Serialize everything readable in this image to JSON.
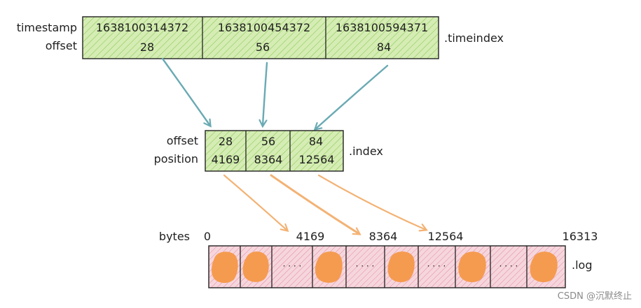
{
  "timeindex": {
    "row_labels": {
      "timestamp": "timestamp",
      "offset": "offset"
    },
    "cells": [
      {
        "timestamp": "1638100314372",
        "offset": "28"
      },
      {
        "timestamp": "1638100454372",
        "offset": "56"
      },
      {
        "timestamp": "1638100594371",
        "offset": "84"
      }
    ],
    "file_label": ".timeindex",
    "fill": "#d5edb4",
    "hatch": "#8fc95a"
  },
  "index": {
    "row_labels": {
      "offset": "offset",
      "position": "position"
    },
    "cells": [
      {
        "offset": "28",
        "position": "4169"
      },
      {
        "offset": "56",
        "position": "8364"
      },
      {
        "offset": "84",
        "position": "12564"
      }
    ],
    "file_label": ".index",
    "fill": "#d5edb4",
    "hatch": "#8fc95a"
  },
  "log": {
    "row_label": "bytes",
    "byte_markers": [
      "0",
      "4169",
      "8364",
      "12564",
      "16313"
    ],
    "ellipsis": "· · · ·",
    "file_label": ".log",
    "fill": "#f6d6dd",
    "hatch": "#e38aa3",
    "blob_color": "#f59b4f"
  },
  "arrow_colors": {
    "teal": "#6aaab3",
    "orange": "#f3b274"
  },
  "watermark": "CSDN @沉默终止"
}
